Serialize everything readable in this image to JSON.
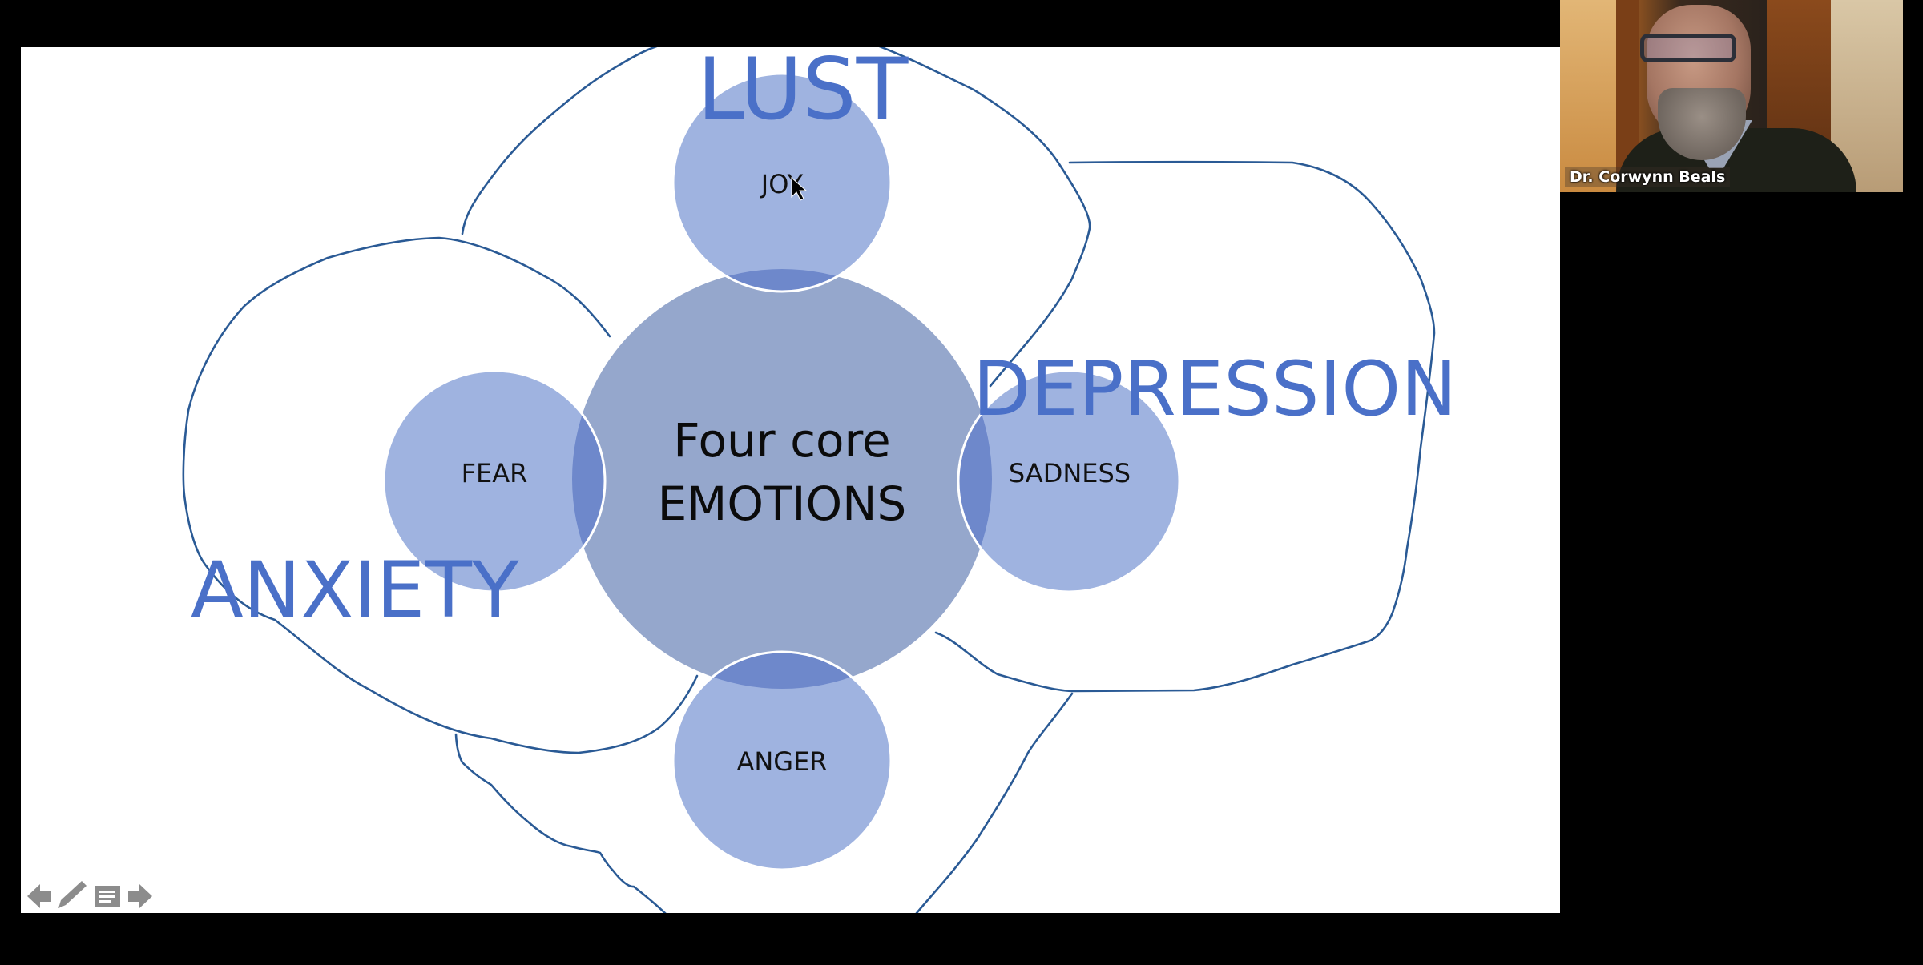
{
  "app": "Video conference - shared presentation",
  "slide": {
    "center": {
      "line1": "Four core",
      "line2": "EMOTIONS"
    },
    "core_emotions": [
      {
        "id": "joy",
        "label": "JOY",
        "position": "top"
      },
      {
        "id": "fear",
        "label": "FEAR",
        "position": "left"
      },
      {
        "id": "sadness",
        "label": "SADNESS",
        "position": "right"
      },
      {
        "id": "anger",
        "label": "ANGER",
        "position": "bottom"
      }
    ],
    "extended_states": [
      {
        "id": "lust",
        "label": "LUST",
        "relates_to": "joy"
      },
      {
        "id": "anxiety",
        "label": "ANXIETY",
        "relates_to": "fear"
      },
      {
        "id": "depression",
        "label": "DEPRESSION",
        "relates_to": "sadness"
      }
    ],
    "colors": {
      "core_fill": "#95a7cc",
      "satellite_fill": "#9fb3e0",
      "overlap_fill": "#6e88cb",
      "extended_label": "#4a70c8",
      "annotation_ink": "#2a5a95"
    }
  },
  "slide_controls": {
    "previous": "previous-slide",
    "pen": "pen-tool",
    "menu": "slide-menu",
    "next": "next-slide"
  },
  "participant": {
    "name": "Dr. Corwynn Beals"
  }
}
